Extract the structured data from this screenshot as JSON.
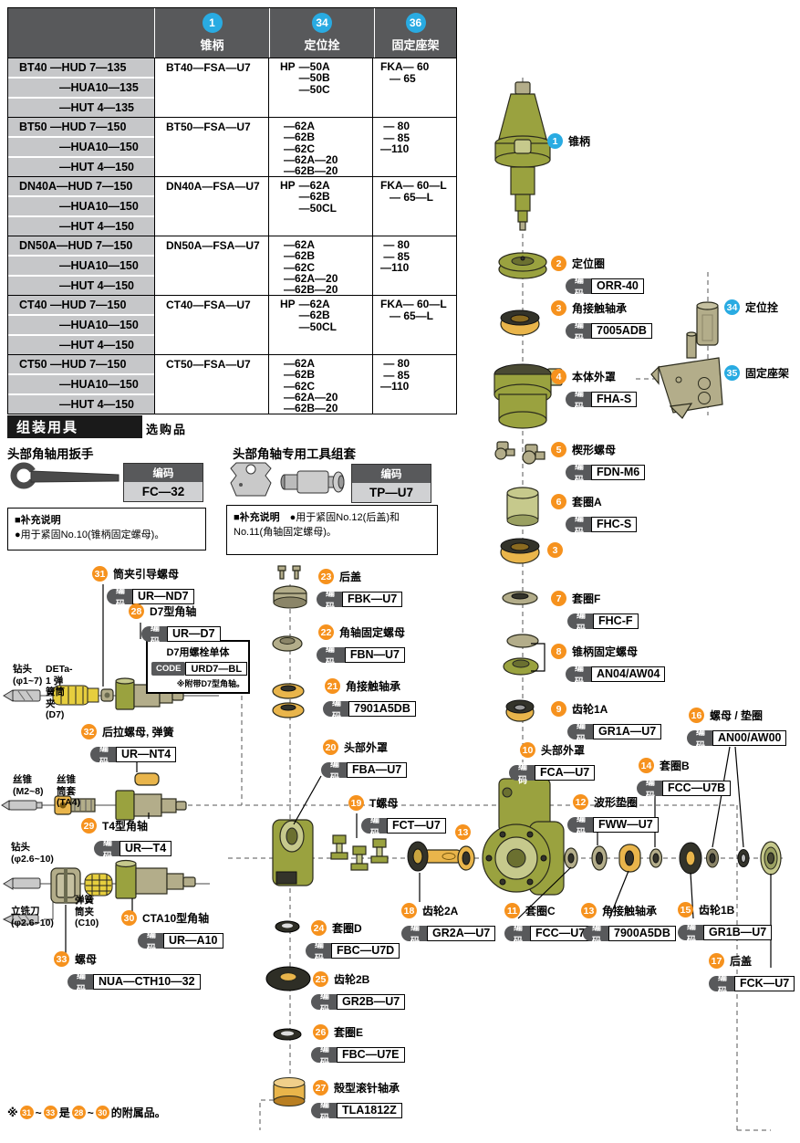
{
  "colors": {
    "accent_blue": "#29abe2",
    "accent_orange": "#f6921e",
    "header_gray": "#58595b",
    "cell_gray": "#c6c7c9"
  },
  "labels": {
    "code": "编码"
  },
  "table": {
    "header": {
      "cols": [
        {
          "num": "1",
          "label": "锥柄"
        },
        {
          "num": "34",
          "label": "定位拴"
        },
        {
          "num": "36",
          "label": "固定座架"
        }
      ]
    },
    "groups": [
      {
        "rows": [
          "BT40 —HUD 7—135",
          "—HUA10—135",
          "—HUT 4—135"
        ],
        "shank": "BT40—FSA—U7",
        "pin_prefix": "HP",
        "pin_items": "—50A\n—50B\n—50C",
        "mount": "FKA— 60\n   — 65"
      },
      {
        "rows": [
          "BT50 —HUD 7—150",
          "—HUA10—150",
          "—HUT 4—150"
        ],
        "shank": "BT50—FSA—U7",
        "pin_prefix": "",
        "pin_items": "—62A\n—62B\n—62C\n—62A—20\n—62B—20",
        "mount": " — 80\n — 85\n—110"
      },
      {
        "rows": [
          "DN40A—HUD 7—150",
          "—HUA10—150",
          "—HUT 4—150"
        ],
        "shank": "DN40A—FSA—U7",
        "pin_prefix": "HP",
        "pin_items": "—62A\n—62B\n—50CL",
        "mount": "FKA— 60—L\n   — 65—L"
      },
      {
        "rows": [
          "DN50A—HUD 7—150",
          "—HUA10—150",
          "—HUT 4—150"
        ],
        "shank": "DN50A—FSA—U7",
        "pin_prefix": "",
        "pin_items": "—62A\n—62B\n—62C\n—62A—20\n—62B—20",
        "mount": " — 80\n — 85\n—110"
      },
      {
        "rows": [
          "CT40 —HUD 7—150",
          "—HUA10—150",
          "—HUT 4—150"
        ],
        "shank": "CT40—FSA—U7",
        "pin_prefix": "HP",
        "pin_items": "—62A\n—62B\n—50CL",
        "mount": "FKA— 60—L\n   — 65—L"
      },
      {
        "rows": [
          "CT50 —HUD 7—150",
          "—HUA10—150",
          "—HUT 4—150"
        ],
        "shank": "CT50—FSA—U7",
        "pin_prefix": "",
        "pin_items": "—62A\n—62B\n—62C\n—62A—20\n—62B—20",
        "mount": " — 80\n — 85\n—110"
      }
    ]
  },
  "tools": {
    "title": "组装用具",
    "subtitle": "选购品",
    "left": {
      "heading": "头部角轴用扳手",
      "code_label": "编码",
      "code": "FC—32",
      "note_title": "■补充说明",
      "note_body": "\n●用于紧固No.10(锥柄固定螺母)。"
    },
    "right": {
      "heading": "头部角轴专用工具组套",
      "code_label": "编码",
      "code": "TP—U7",
      "note_title": "■补充说明",
      "note_body": "　●用于紧固No.12(后盖)和\nNo.11(角轴固定螺母)。"
    }
  },
  "sub_box": {
    "title": "D7用螺栓单体",
    "code_label": "CODE",
    "code": "URD7—BL",
    "note": "※附带D7型角轴。"
  },
  "parts": [
    {
      "id": "p1",
      "num": "1",
      "color": "blue",
      "name": "锥柄",
      "code": "",
      "code_label": ""
    },
    {
      "id": "p2",
      "num": "2",
      "color": "orange",
      "name": "定位圈",
      "code": "ORR-40",
      "code_label": "编码"
    },
    {
      "id": "p3",
      "num": "3",
      "color": "orange",
      "name": "角接触轴承",
      "code": "7005ADB",
      "code_label": "编码"
    },
    {
      "id": "p34",
      "num": "34",
      "color": "blue",
      "name": "定位拴",
      "code": "",
      "code_label": ""
    },
    {
      "id": "p4",
      "num": "4",
      "color": "orange",
      "name": "本体外罩",
      "code": "FHA-S",
      "code_label": "编码"
    },
    {
      "id": "p35",
      "num": "35",
      "color": "blue",
      "name": "固定座架",
      "code": "",
      "code_label": ""
    },
    {
      "id": "p5",
      "num": "5",
      "color": "orange",
      "name": "楔形螺母",
      "code": "FDN-M6",
      "code_label": "编码"
    },
    {
      "id": "p6",
      "num": "6",
      "color": "orange",
      "name": "套圈A",
      "code": "FHC-S",
      "code_label": "编码"
    },
    {
      "id": "p3b",
      "num": "3",
      "color": "orange",
      "name": "",
      "code": "",
      "code_label": ""
    },
    {
      "id": "p7",
      "num": "7",
      "color": "orange",
      "name": "套圈F",
      "code": "FHC-F",
      "code_label": "编码"
    },
    {
      "id": "p8",
      "num": "8",
      "color": "orange",
      "name": "锥柄固定螺母",
      "code": "AN04/AW04",
      "code_label": "编码"
    },
    {
      "id": "p9",
      "num": "9",
      "color": "orange",
      "name": "齿轮1A",
      "code": "GR1A—U7",
      "code_label": "编码"
    },
    {
      "id": "p16",
      "num": "16",
      "color": "orange",
      "name": "螺母 / 垫圈",
      "code": "AN00/AW00",
      "code_label": "编码"
    },
    {
      "id": "p10",
      "num": "10",
      "color": "orange",
      "name": "头部外罩",
      "code": "FCA—U7",
      "code_label": "编码"
    },
    {
      "id": "p14",
      "num": "14",
      "color": "orange",
      "name": "套圈B",
      "code": "FCC—U7B",
      "code_label": "编码"
    },
    {
      "id": "p12",
      "num": "12",
      "color": "orange",
      "name": "波形垫圈",
      "code": "FWW—U7",
      "code_label": "编码"
    },
    {
      "id": "p13a",
      "num": "13",
      "color": "orange",
      "name": "",
      "code": "",
      "code_label": ""
    },
    {
      "id": "p19",
      "num": "19",
      "color": "orange",
      "name": "T螺母",
      "code": "FCT—U7",
      "code_label": "编码"
    },
    {
      "id": "p18",
      "num": "18",
      "color": "orange",
      "name": "齿轮2A",
      "code": "GR2A—U7",
      "code_label": "编码"
    },
    {
      "id": "p11",
      "num": "11",
      "color": "orange",
      "name": "套圈C",
      "code": "FCC—U7C",
      "code_label": "编码"
    },
    {
      "id": "p13b",
      "num": "13",
      "color": "orange",
      "name": "角接触轴承",
      "code": "7900A5DB",
      "code_label": "编码"
    },
    {
      "id": "p15",
      "num": "15",
      "color": "orange",
      "name": "齿轮1B",
      "code": "GR1B—U7",
      "code_label": "编码"
    },
    {
      "id": "p17",
      "num": "17",
      "color": "orange",
      "name": "后盖",
      "code": "FCK—U7",
      "code_label": "编码"
    },
    {
      "id": "p23",
      "num": "23",
      "color": "orange",
      "name": "后盖",
      "code": "FBK—U7",
      "code_label": "编码"
    },
    {
      "id": "p22",
      "num": "22",
      "color": "orange",
      "name": "角轴固定螺母",
      "code": "FBN—U7",
      "code_label": "编码"
    },
    {
      "id": "p21",
      "num": "21",
      "color": "orange",
      "name": "角接触轴承",
      "code": "7901A5DB",
      "code_label": "编码"
    },
    {
      "id": "p20",
      "num": "20",
      "color": "orange",
      "name": "头部外罩",
      "code": "FBA—U7",
      "code_label": "编码"
    },
    {
      "id": "p24",
      "num": "24",
      "color": "orange",
      "name": "套圈D",
      "code": "FBC—U7D",
      "code_label": "编码"
    },
    {
      "id": "p25",
      "num": "25",
      "color": "orange",
      "name": "齿轮2B",
      "code": "GR2B—U7",
      "code_label": "编码"
    },
    {
      "id": "p26",
      "num": "26",
      "color": "orange",
      "name": "套圈E",
      "code": "FBC—U7E",
      "code_label": "编码"
    },
    {
      "id": "p27",
      "num": "27",
      "color": "orange",
      "name": "殻型滚针轴承",
      "code": "TLA1812Z",
      "code_label": "编码"
    },
    {
      "id": "p31",
      "num": "31",
      "color": "orange",
      "name": "筒夹引导螺母",
      "code": "UR—ND7",
      "code_label": "编码"
    },
    {
      "id": "p28",
      "num": "28",
      "color": "orange",
      "name": "D7型角轴",
      "code": "UR—D7",
      "code_label": "编码"
    },
    {
      "id": "p32",
      "num": "32",
      "color": "orange",
      "name": "后拉螺母, 弹簧",
      "code": "UR—NT4",
      "code_label": "编码"
    },
    {
      "id": "p29",
      "num": "29",
      "color": "orange",
      "name": "T4型角轴",
      "code": "UR—T4",
      "code_label": "编码"
    },
    {
      "id": "p30",
      "num": "30",
      "color": "orange",
      "name": "CTA10型角轴",
      "code": "UR—A10",
      "code_label": "编码"
    },
    {
      "id": "p33",
      "num": "33",
      "color": "orange",
      "name": "螺母",
      "code": "NUA—CTH10—32",
      "code_label": "编码"
    }
  ],
  "small_labels": [
    {
      "id": "s1",
      "text": "钻头\n(φ1~7)"
    },
    {
      "id": "s2",
      "text": "DETa-1 弹簧筒夹\n(D7)"
    },
    {
      "id": "s3",
      "text": "丝锥\n(M2~8)"
    },
    {
      "id": "s4",
      "text": "丝锥筒套\n(TA4)"
    },
    {
      "id": "s5",
      "text": "钻头\n(φ2.6~10)"
    },
    {
      "id": "s6",
      "text": "立铣刀\n(φ2.6~10)"
    },
    {
      "id": "s7",
      "text": "弹簧筒夹\n(C10)"
    }
  ],
  "footnote": {
    "pre": "※",
    "a": "31",
    "t1": "~",
    "b": "33",
    "mid": "是",
    "c": "28",
    "t2": "~",
    "d": "30",
    "post": "的附属品。"
  }
}
